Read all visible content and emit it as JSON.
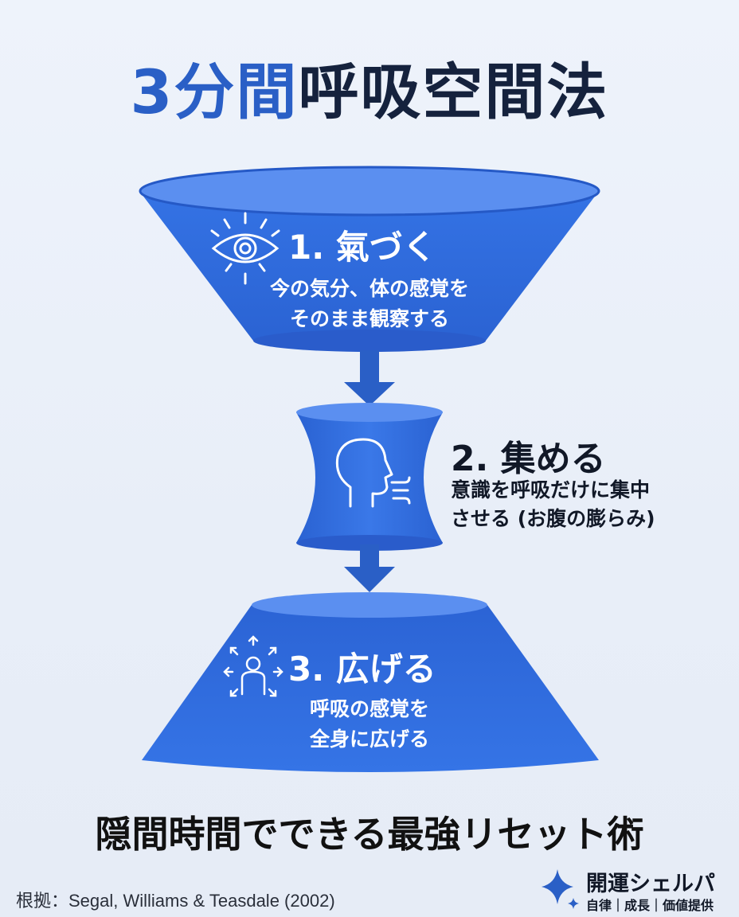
{
  "title": {
    "accent": "3分間",
    "main": "呼吸空間法"
  },
  "steps": [
    {
      "title": "1. 氣づく",
      "desc_line1": "今の気分、体の感覚を",
      "desc_line2": "そのまま観察する",
      "icon": "eye-icon"
    },
    {
      "title": "2. 集める",
      "desc_line1": "意識を呼吸だけに集中",
      "desc_line2": "させる (お腹の膨らみ)",
      "icon": "head-breathing-icon"
    },
    {
      "title": "3. 広げる",
      "desc_line1": "呼吸の感覚を",
      "desc_line2": "全身に広げる",
      "icon": "person-expand-icon"
    }
  ],
  "tagline": "隠間時間でできる最強リセット術",
  "citation": "根拠：Segal, Williams & Teasdale (2002)",
  "brand": {
    "name": "開運シェルパ",
    "tagline": "自律｜成長｜価値提供",
    "icon": "sparkle-icon"
  },
  "colors": {
    "accent": "#2a5fc6",
    "funnel": "#2f6bdc",
    "dark": "#15223d"
  }
}
